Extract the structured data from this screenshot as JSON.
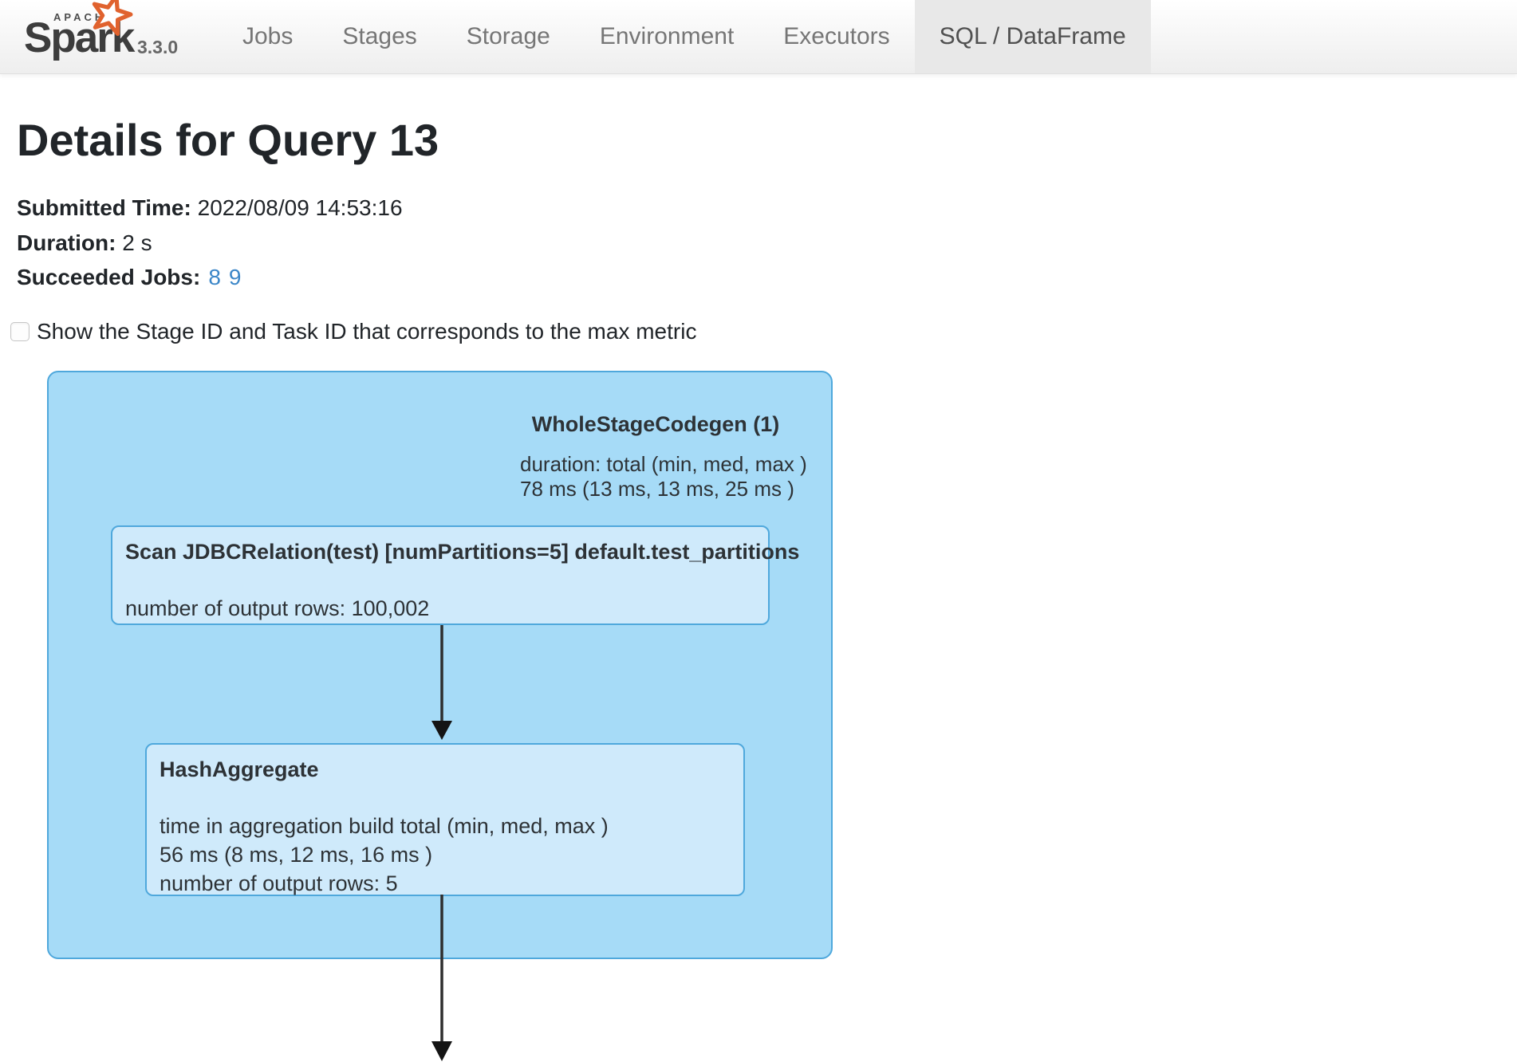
{
  "navbar": {
    "logo": {
      "apache": "APACHE",
      "name": "Spark",
      "version": "3.3.0"
    },
    "items": [
      {
        "label": "Jobs"
      },
      {
        "label": "Stages"
      },
      {
        "label": "Storage"
      },
      {
        "label": "Environment"
      },
      {
        "label": "Executors"
      },
      {
        "label": "SQL / DataFrame"
      }
    ],
    "active_item": "SQL / DataFrame"
  },
  "page": {
    "title": "Details for Query 13",
    "submitted_time_label": "Submitted Time:",
    "submitted_time": "2022/08/09 14:53:16",
    "duration_label": "Duration:",
    "duration": "2 s",
    "succeeded_jobs_label": "Succeeded Jobs:",
    "succeeded_jobs": [
      "8",
      "9"
    ],
    "max_metric_checkbox_label": "Show the Stage ID and Task ID that corresponds to the max metric",
    "max_metric_checkbox_checked": false
  },
  "plan": {
    "cluster": {
      "title": "WholeStageCodegen (1)",
      "metric_line1": "duration: total (min, med, max )",
      "metric_line2": "78 ms (13 ms, 13 ms, 25 ms )"
    },
    "nodes": [
      {
        "title": "Scan JDBCRelation(test) [numPartitions=5] default.test_partitions",
        "metric_line1": "number of output rows: 100,002"
      },
      {
        "title": "HashAggregate",
        "metric_line1": "time in aggregation build total (min, med, max )",
        "metric_line2": "56 ms (8 ms, 12 ms, 16 ms )",
        "metric_line3": "number of output rows: 5"
      }
    ],
    "colors": {
      "cluster_fill": "#A6DBF7",
      "cluster_stroke": "#4FA8DC",
      "node_fill": "#CFEAFB",
      "node_stroke": "#4FA8DC",
      "arrow": "#2E2E2E"
    }
  }
}
